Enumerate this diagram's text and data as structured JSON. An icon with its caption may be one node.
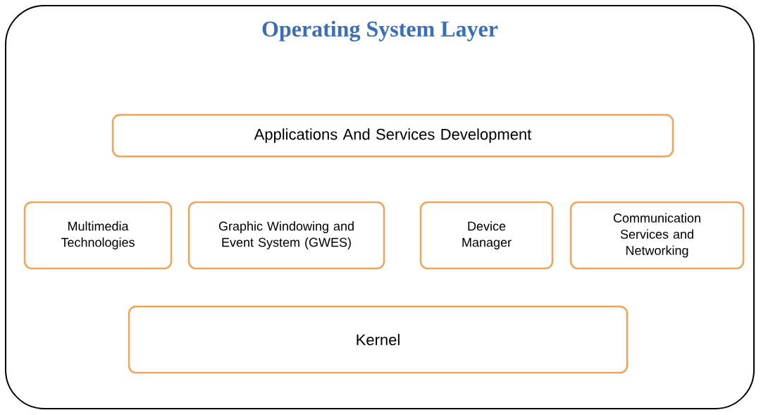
{
  "diagram": {
    "nodes": [
      {
        "text": [
          "Operating System Layer"
        ]
      },
      {
        "text": [
          "Applications And Services Development"
        ],
        "in": 0
      },
      {
        "text": [
          "Multimedia Technologies"
        ],
        "in": 0
      },
      {
        "text": [
          "Graphic Windowing and Event System (GWES)"
        ],
        "in": 0
      },
      {
        "text": [
          "Device Manager"
        ],
        "in": 0
      },
      {
        "text": [
          "Communication Services and Networking"
        ],
        "in": 0
      },
      {
        "text": [
          "Kernel"
        ],
        "in": 0
      }
    ]
  }
}
